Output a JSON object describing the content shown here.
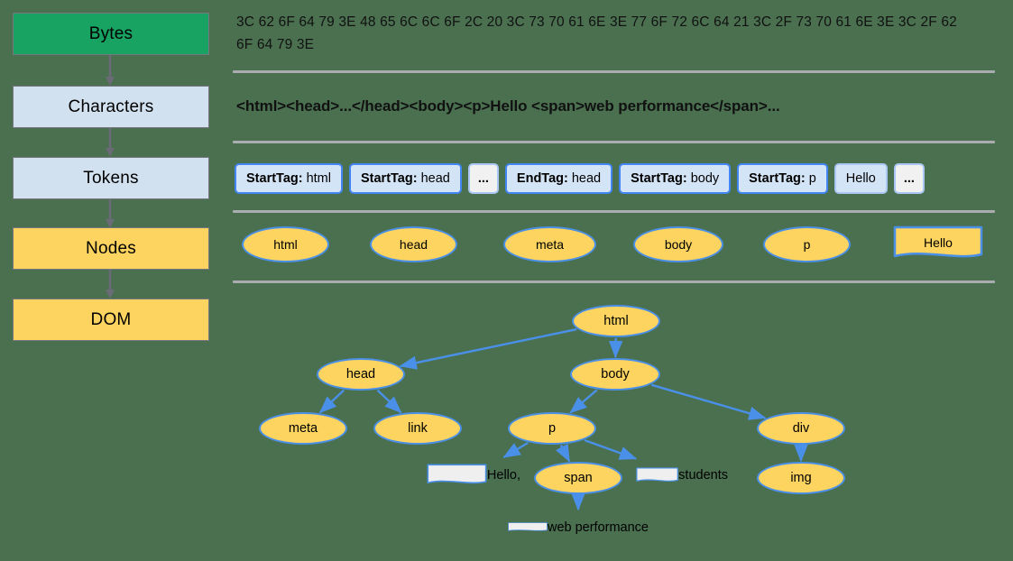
{
  "colors": {
    "background": "#4a7050",
    "bytes_fill": "#18a363",
    "chars_fill": "#d2e1f0",
    "tokens_fill": "#d2e1f0",
    "nodes_fill": "#fcd45f",
    "dom_fill": "#fcd45f",
    "node_border": "#4a90e8",
    "token_border": "#4285f4",
    "separator": "#a9adb0",
    "flow_arrow": "#6b6b78",
    "text_node_fill": "#efefef"
  },
  "pipeline": {
    "steps": [
      {
        "label": "Bytes"
      },
      {
        "label": "Characters"
      },
      {
        "label": "Tokens"
      },
      {
        "label": "Nodes"
      },
      {
        "label": "DOM"
      }
    ]
  },
  "bytes": {
    "text": "3C 62 6F 64 79 3E 48 65 6C 6C 6F 2C 20 3C 73 70 61 6E 3E 77 6F 72 6C 64 21 3C 2F 73 70 61 6E 3E 3C 2F 62 6F 64 79 3E"
  },
  "characters": {
    "text": "<html><head>...</head><body><p>Hello <span>web performance</span>..."
  },
  "tokens": {
    "items": [
      {
        "kind": "StartTag:",
        "value": "html",
        "style": "tag"
      },
      {
        "kind": "StartTag:",
        "value": "head",
        "style": "tag"
      },
      {
        "kind": "",
        "value": "...",
        "style": "ellipsis"
      },
      {
        "kind": "EndTag:",
        "value": "head",
        "style": "tag"
      },
      {
        "kind": "StartTag:",
        "value": "body",
        "style": "tag"
      },
      {
        "kind": "StartTag:",
        "value": "p",
        "style": "tag"
      },
      {
        "kind": "",
        "value": "Hello",
        "style": "soft"
      },
      {
        "kind": "",
        "value": "...",
        "style": "ellipsis"
      }
    ]
  },
  "nodes": {
    "items": [
      {
        "label": "html",
        "shape": "ellipse"
      },
      {
        "label": "head",
        "shape": "ellipse"
      },
      {
        "label": "meta",
        "shape": "ellipse"
      },
      {
        "label": "body",
        "shape": "ellipse"
      },
      {
        "label": "p",
        "shape": "ellipse"
      },
      {
        "label": "Hello",
        "shape": "document"
      }
    ]
  },
  "dom_tree": {
    "nodes": [
      {
        "id": "html",
        "label": "html",
        "type": "element"
      },
      {
        "id": "head",
        "label": "head",
        "type": "element"
      },
      {
        "id": "body",
        "label": "body",
        "type": "element"
      },
      {
        "id": "meta",
        "label": "meta",
        "type": "element"
      },
      {
        "id": "link",
        "label": "link",
        "type": "element"
      },
      {
        "id": "p",
        "label": "p",
        "type": "element"
      },
      {
        "id": "div",
        "label": "div",
        "type": "element"
      },
      {
        "id": "t1",
        "label": "Hello,",
        "type": "text"
      },
      {
        "id": "span",
        "label": "span",
        "type": "element"
      },
      {
        "id": "t2",
        "label": "students",
        "type": "text"
      },
      {
        "id": "img",
        "label": "img",
        "type": "element"
      },
      {
        "id": "t3",
        "label": "web performance",
        "type": "text"
      }
    ],
    "edges": [
      {
        "from": "html",
        "to": "head"
      },
      {
        "from": "html",
        "to": "body"
      },
      {
        "from": "head",
        "to": "meta"
      },
      {
        "from": "head",
        "to": "link"
      },
      {
        "from": "body",
        "to": "p"
      },
      {
        "from": "body",
        "to": "div"
      },
      {
        "from": "p",
        "to": "t1"
      },
      {
        "from": "p",
        "to": "span"
      },
      {
        "from": "p",
        "to": "t2"
      },
      {
        "from": "div",
        "to": "img"
      },
      {
        "from": "span",
        "to": "t3"
      }
    ]
  }
}
